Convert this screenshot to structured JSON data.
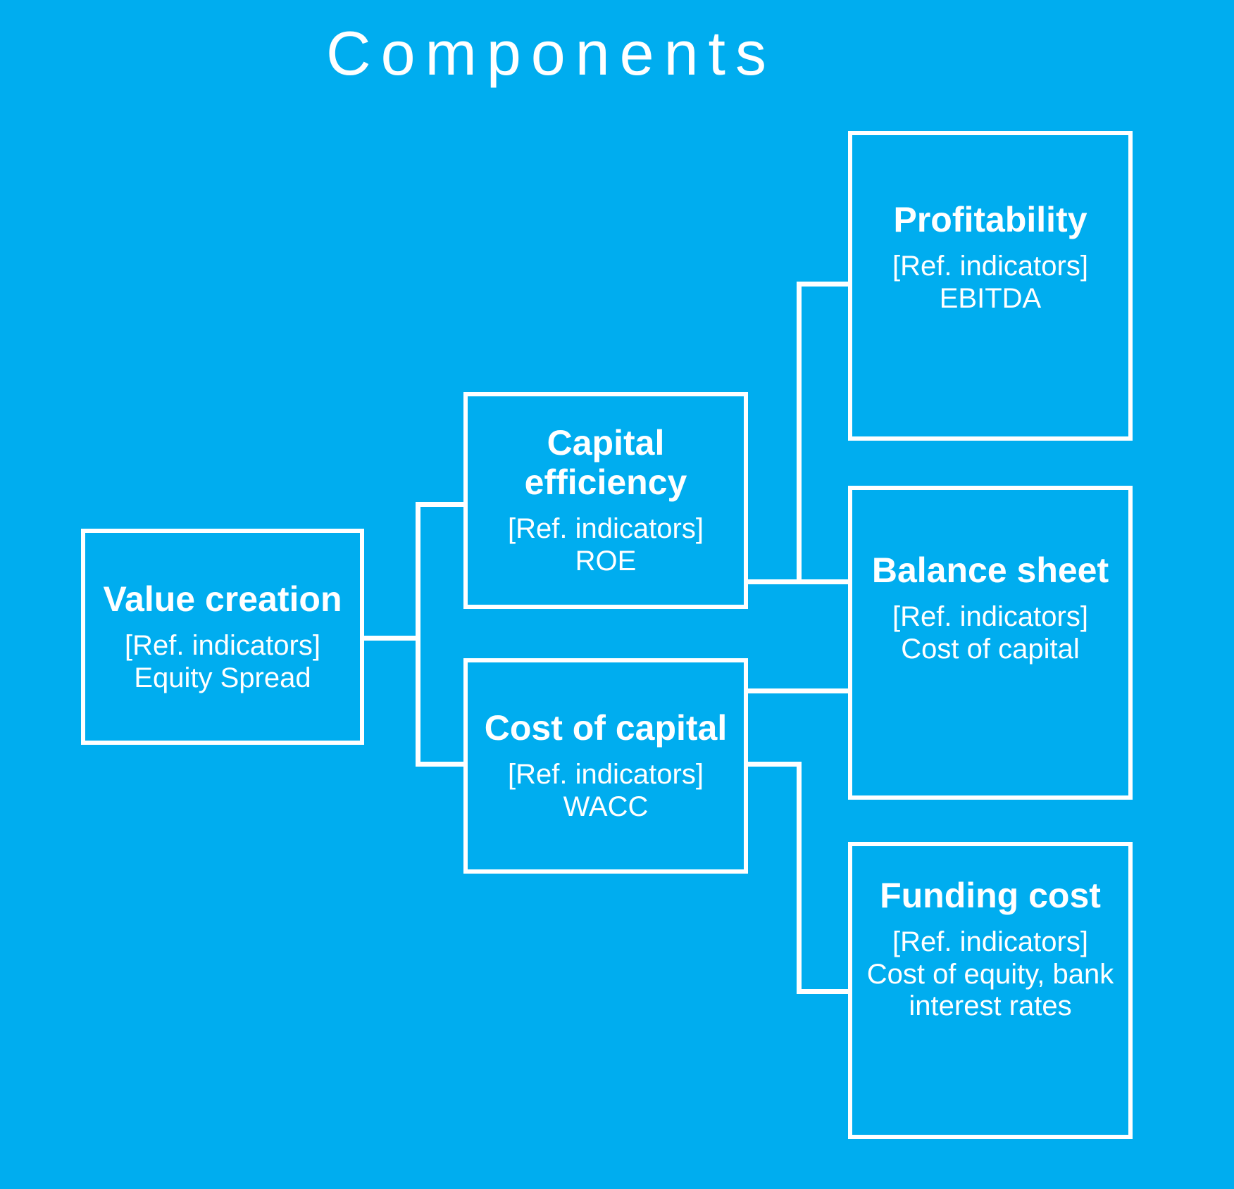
{
  "page": {
    "title": "Components",
    "background_color": "#00ADEF",
    "line_color": "#FFFFFF"
  },
  "nodes": [
    {
      "id": "value-creation",
      "heading": "Value creation",
      "ref_label": "[Ref. indicators]",
      "ref_value": "Equity Spread"
    },
    {
      "id": "capital-efficiency",
      "heading": "Capital efficiency",
      "ref_label": "[Ref. indicators]",
      "ref_value": "ROE"
    },
    {
      "id": "cost-of-capital",
      "heading": "Cost of capital",
      "ref_label": "[Ref. indicators]",
      "ref_value": "WACC"
    },
    {
      "id": "profitability",
      "heading": "Profitability",
      "ref_label": "[Ref. indicators]",
      "ref_value": "EBITDA"
    },
    {
      "id": "balance-sheet",
      "heading": "Balance sheet",
      "ref_label": "[Ref. indicators]",
      "ref_value": "Cost of capital"
    },
    {
      "id": "funding-cost",
      "heading": "Funding cost",
      "ref_label": "[Ref. indicators]",
      "ref_value": "Cost of equity, bank interest rates"
    }
  ],
  "connections": [
    {
      "from": "value-creation",
      "to": "capital-efficiency"
    },
    {
      "from": "value-creation",
      "to": "cost-of-capital"
    },
    {
      "from": "capital-efficiency",
      "to": "profitability"
    },
    {
      "from": "capital-efficiency",
      "to": "balance-sheet"
    },
    {
      "from": "cost-of-capital",
      "to": "balance-sheet"
    },
    {
      "from": "cost-of-capital",
      "to": "funding-cost"
    }
  ]
}
